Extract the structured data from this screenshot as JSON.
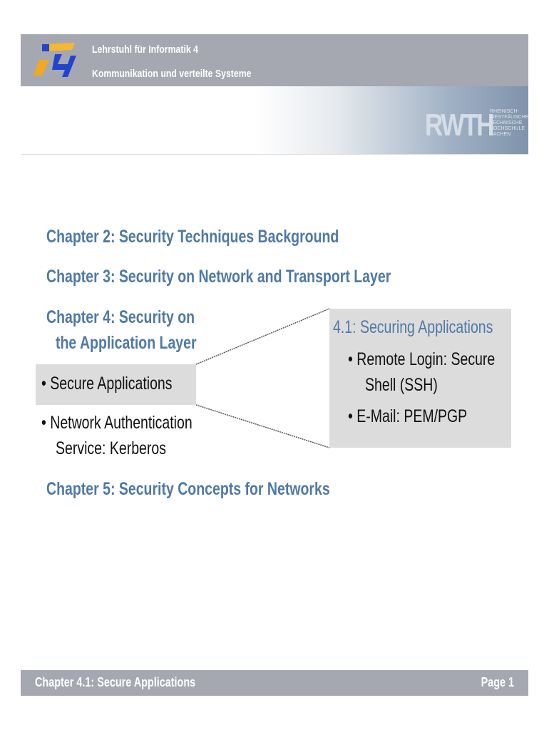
{
  "header": {
    "logo_text": "i4",
    "line1": "Lehrstuhl für Informatik 4",
    "line2": "Kommunikation und verteilte Systeme",
    "university_logo": "RWTH",
    "university_sub": "RHEINISCH-WESTFÄLISCHE TECHNISCHE HOCHSCHULE AACHEN"
  },
  "content": {
    "chapter2": "Chapter 2: Security Techniques Background",
    "chapter3": "Chapter 3: Security on Network and Transport Layer",
    "chapter4_line1": "Chapter 4: Security on",
    "chapter4_line2": "the Application Layer",
    "bullet1": "• Secure Applications",
    "bullet2_line1": "• Network Authentication",
    "bullet2_line2": "Service: Kerberos",
    "chapter5": "Chapter 5: Security Concepts for Networks"
  },
  "detail_box": {
    "title": "4.1: Securing Applications",
    "item1_line1": "• Remote Login: Secure",
    "item1_line2": "Shell (SSH)",
    "item2": "• E-Mail: PEM/PGP"
  },
  "footer": {
    "chapter": "Chapter 4.1: Secure Applications",
    "page": "Page 1"
  }
}
